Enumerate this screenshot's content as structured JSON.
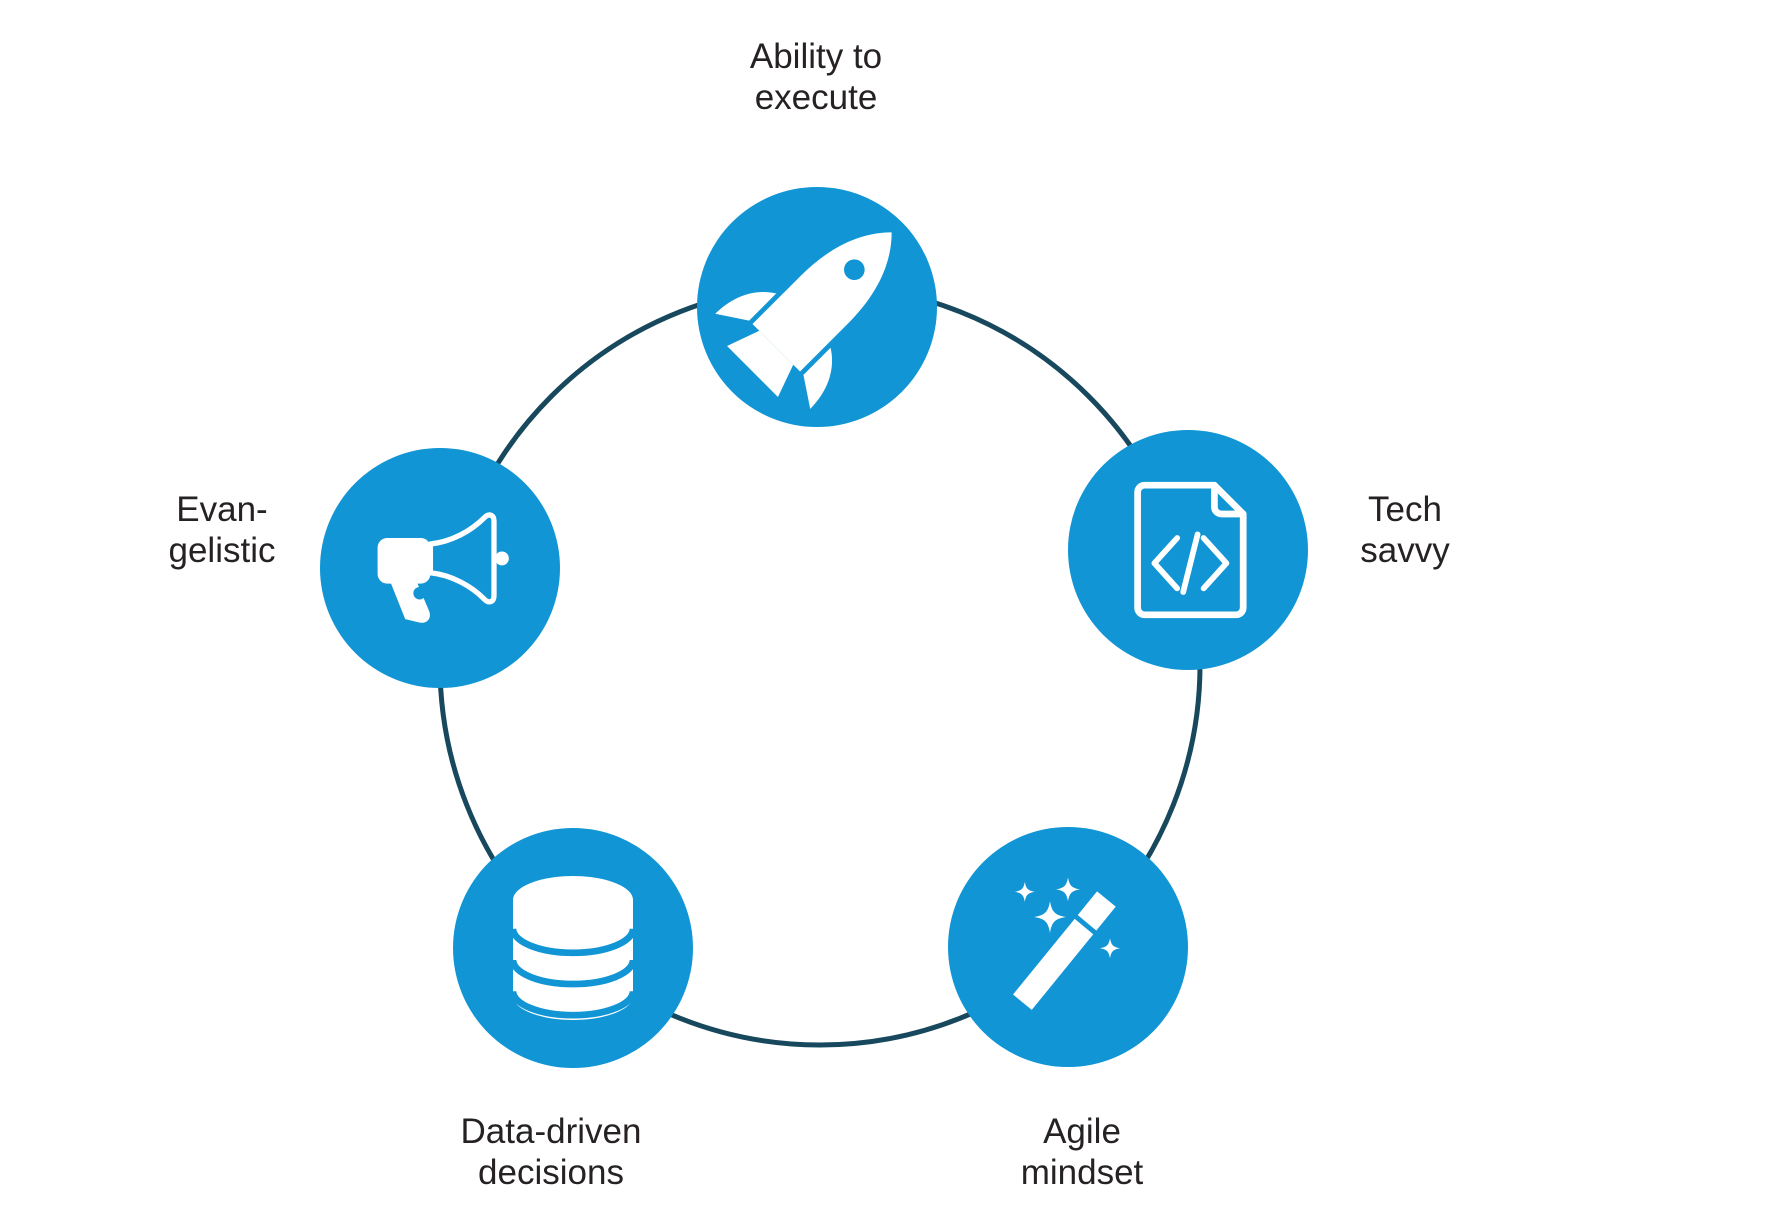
{
  "diagram": {
    "nodes": [
      {
        "id": "ability-to-execute",
        "label": "Ability to\nexecute",
        "icon": "rocket-icon",
        "position": "top"
      },
      {
        "id": "evangelistic",
        "label": "Evan-\ngelistic",
        "icon": "megaphone-icon",
        "position": "left"
      },
      {
        "id": "tech-savvy",
        "label": "Tech\nsavvy",
        "icon": "code-document-icon",
        "position": "right"
      },
      {
        "id": "data-driven-decisions",
        "label": "Data-driven\ndecisions",
        "icon": "database-icon",
        "position": "bottom-left"
      },
      {
        "id": "agile-mindset",
        "label": "Agile\nmindset",
        "icon": "magic-wand-icon",
        "position": "bottom-right"
      }
    ],
    "colors": {
      "node_fill": "#1195d5",
      "icon": "#ffffff",
      "ring": "#17485d",
      "label_text": "#262224",
      "background": "#ffffff"
    }
  }
}
